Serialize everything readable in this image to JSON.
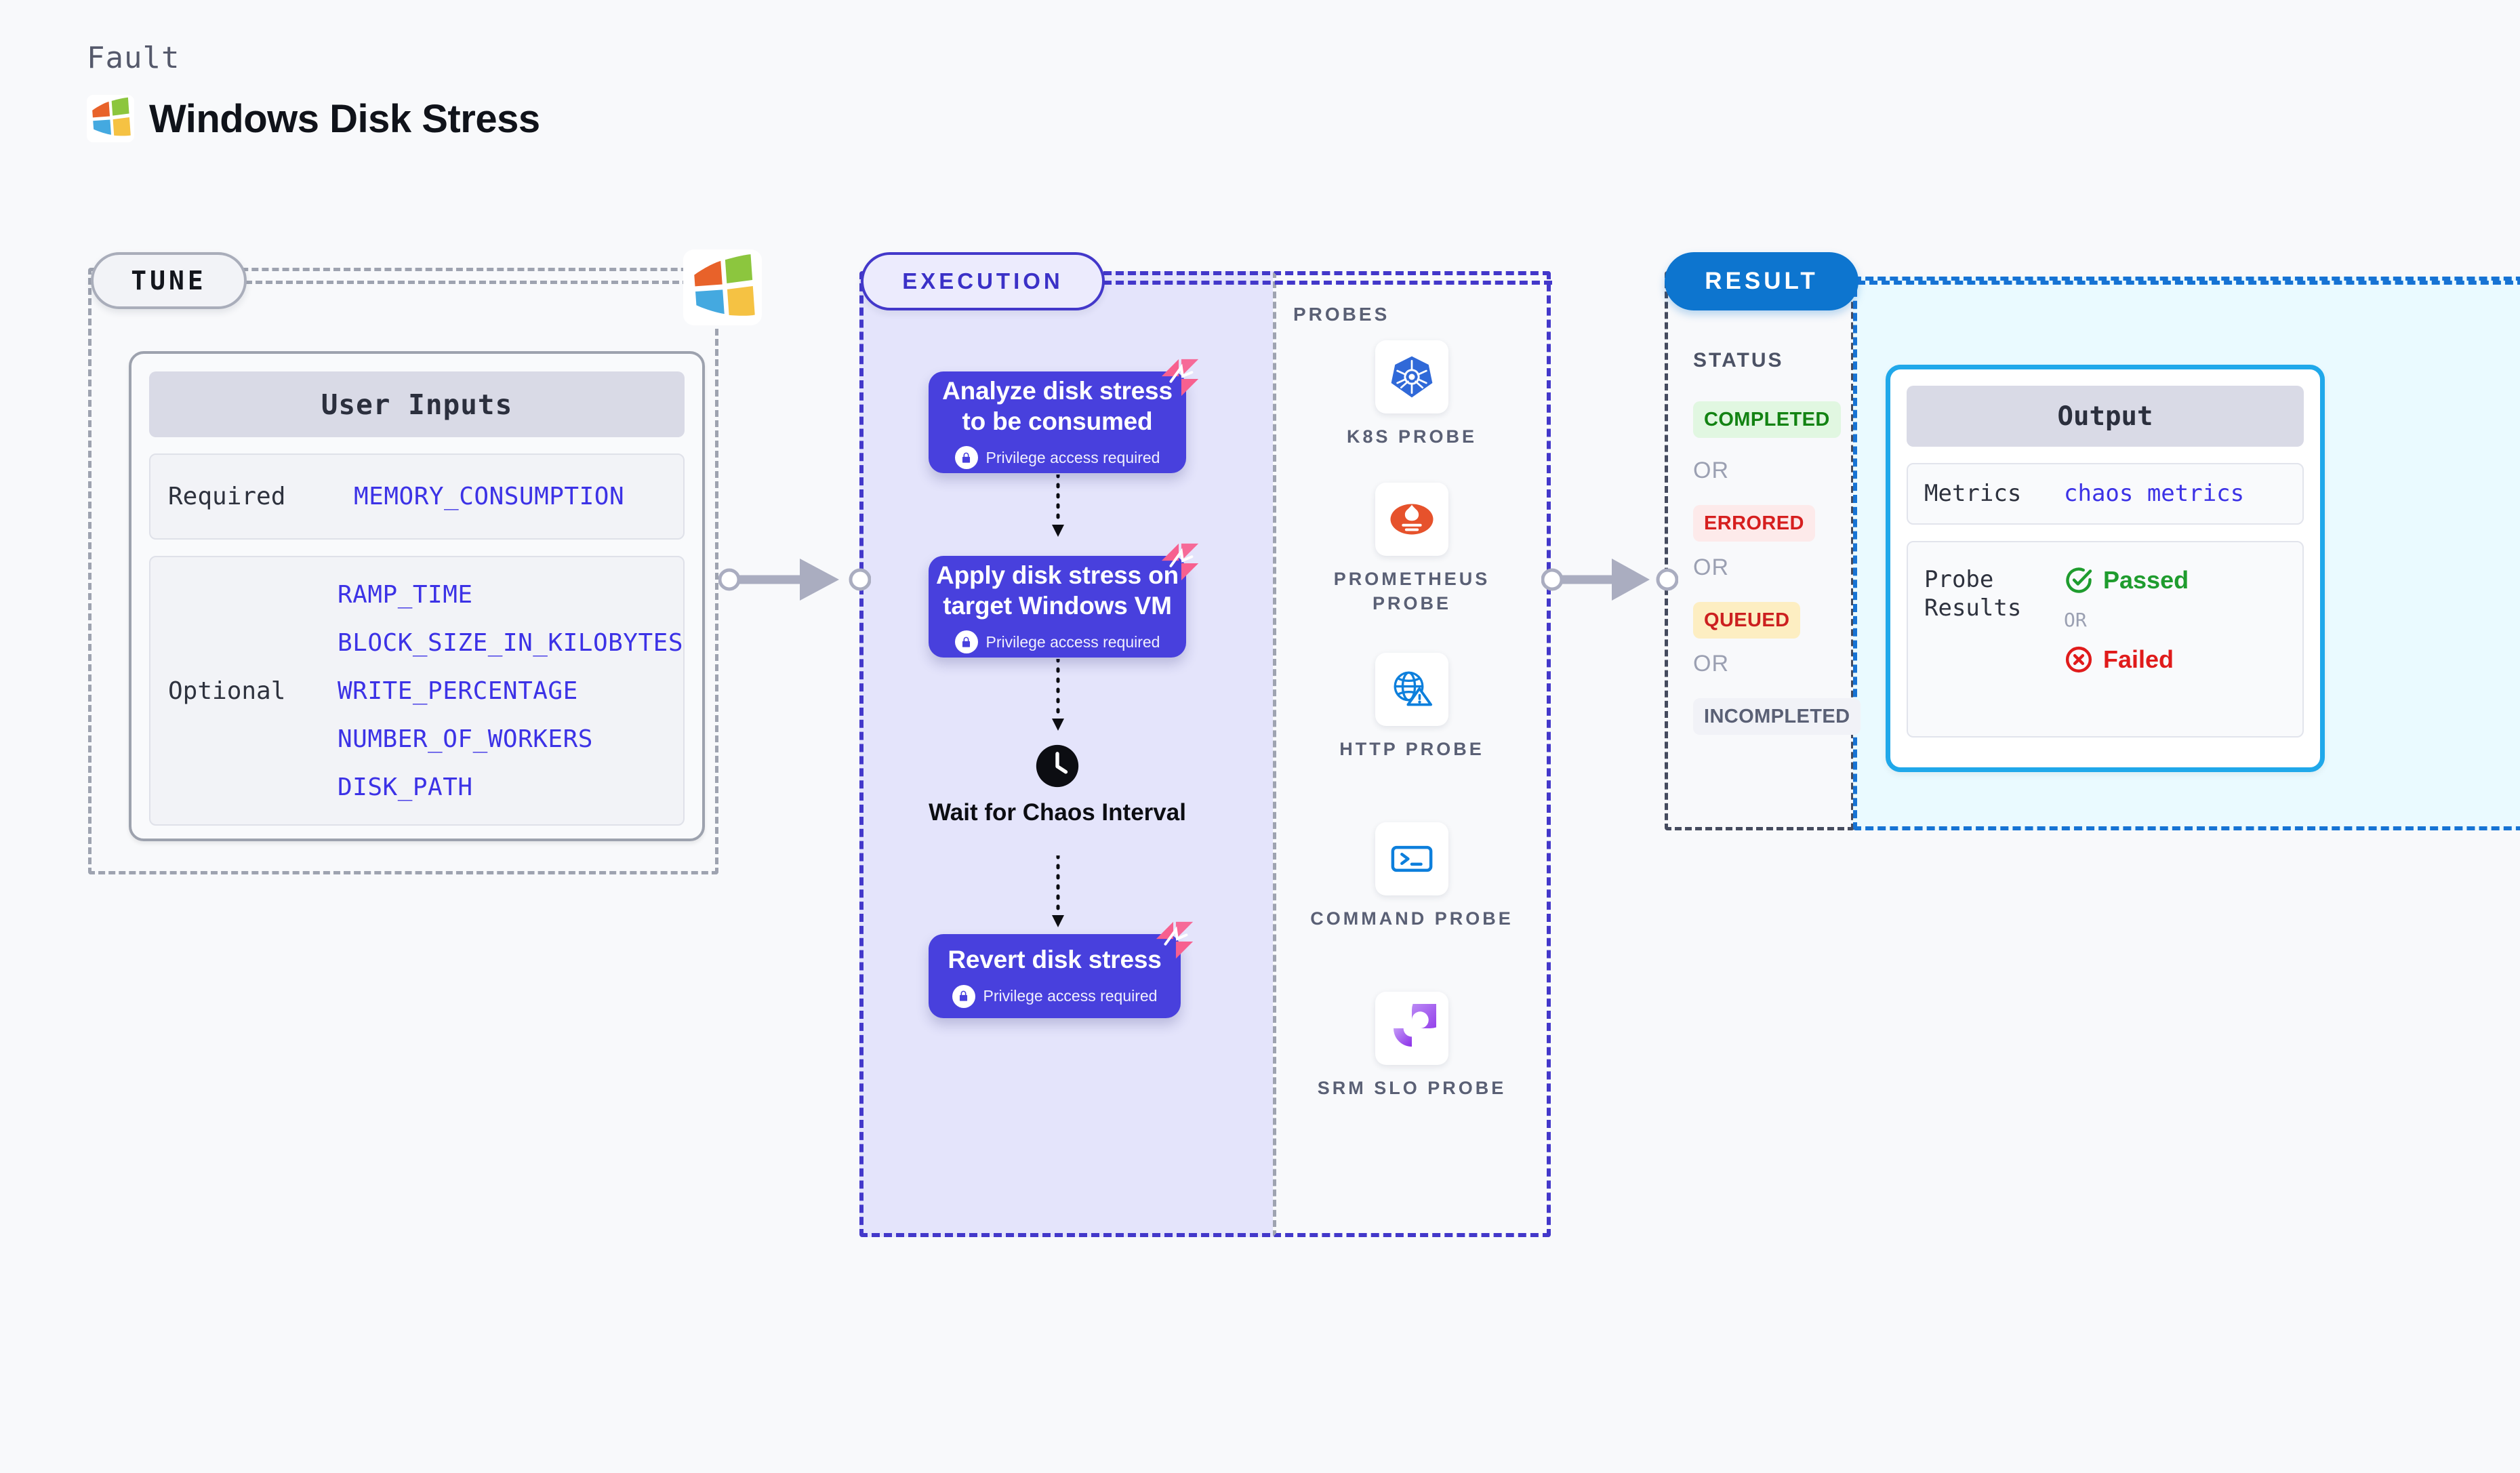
{
  "header": {
    "kicker": "Fault",
    "title": "Windows Disk Stress",
    "logo_icon": "windows-logo-icon"
  },
  "tune": {
    "pill_label": "TUNE",
    "logo_icon": "windows-logo-icon",
    "user_inputs": {
      "card_title": "User Inputs",
      "required_label": "Required",
      "required_params": [
        "MEMORY_CONSUMPTION"
      ],
      "optional_label": "Optional",
      "optional_params": [
        "RAMP_TIME",
        "BLOCK_SIZE_IN_KILOBYTES",
        "WRITE_PERCENTAGE",
        "NUMBER_OF_WORKERS",
        "DISK_PATH"
      ]
    }
  },
  "execution": {
    "pill_label": "EXECUTION",
    "privilege_note": "Privilege access required",
    "steps": [
      {
        "title": "Analyze disk stress to be consumed",
        "privileged": true,
        "tag_icon": "harness-chaos-icon"
      },
      {
        "title": "Apply disk stress on target Windows VM",
        "privileged": true,
        "tag_icon": "harness-chaos-icon"
      }
    ],
    "wait": {
      "label": "Wait for Chaos Interval",
      "icon": "clock-icon"
    },
    "revert": {
      "title": "Revert disk stress",
      "privileged": true,
      "tag_icon": "harness-chaos-icon"
    }
  },
  "probes": {
    "section_label": "PROBES",
    "items": [
      {
        "label": "K8S PROBE",
        "icon": "kubernetes-icon"
      },
      {
        "label": "PROMETHEUS PROBE",
        "icon": "prometheus-icon"
      },
      {
        "label": "HTTP PROBE",
        "icon": "http-globe-warning-icon"
      },
      {
        "label": "COMMAND PROBE",
        "icon": "terminal-icon"
      },
      {
        "label": "SRM SLO PROBE",
        "icon": "srm-slo-icon"
      }
    ]
  },
  "result": {
    "pill_label": "RESULT",
    "status_label": "STATUS",
    "or_label": "OR",
    "statuses": [
      {
        "label": "COMPLETED",
        "text_color": "#138313",
        "bg_color": "#e1f7e1"
      },
      {
        "label": "ERRORED",
        "text_color": "#d61f1f",
        "bg_color": "#fdeaea"
      },
      {
        "label": "QUEUED",
        "text_color": "#cc2020",
        "bg_color": "#fdeec2"
      },
      {
        "label": "INCOMPLETED",
        "text_color": "#5a6075",
        "bg_color": "#f1f2f7"
      }
    ],
    "output": {
      "card_title": "Output",
      "metrics_label": "Metrics",
      "metrics_value": "chaos metrics",
      "probe_results_label": "Probe Results",
      "passed_label": "Passed",
      "failed_label": "Failed",
      "or_label": "OR"
    }
  },
  "colors": {
    "exec_accent": "#4338ca",
    "exec_bg": "#e4e4fb",
    "step_bg": "#4840dd",
    "result_accent": "#0d75cf",
    "output_accent": "#20a8ea",
    "output_bg": "#eafaff",
    "param_text": "#3c32e6",
    "tag_pink": "#f7608f",
    "canvas_bg": "#f8f9fb"
  }
}
